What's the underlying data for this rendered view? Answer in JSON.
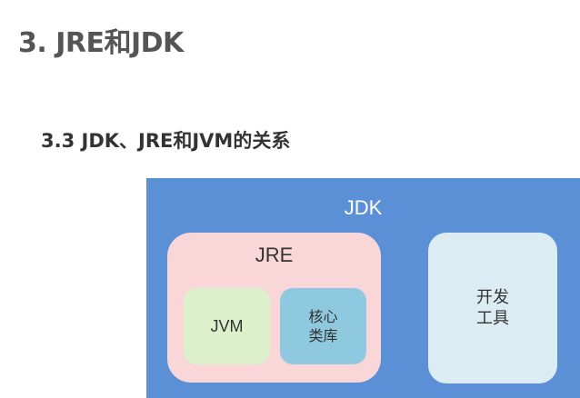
{
  "heading": {
    "title": "3. JRE和JDK",
    "subtitle": "3.3 JDK、JRE和JVM的关系"
  },
  "diagram": {
    "jdk": {
      "label": "JDK",
      "color": "#5b8fd6"
    },
    "jre": {
      "label": "JRE",
      "color": "#f9d6d7"
    },
    "jvm": {
      "label": "JVM",
      "color": "#dcf1cb"
    },
    "core_library": {
      "line1": "核心",
      "line2": "类库",
      "color": "#8ec9df"
    },
    "dev_tools": {
      "line1": "开发",
      "line2": "工具",
      "color": "#dcecf3"
    }
  }
}
